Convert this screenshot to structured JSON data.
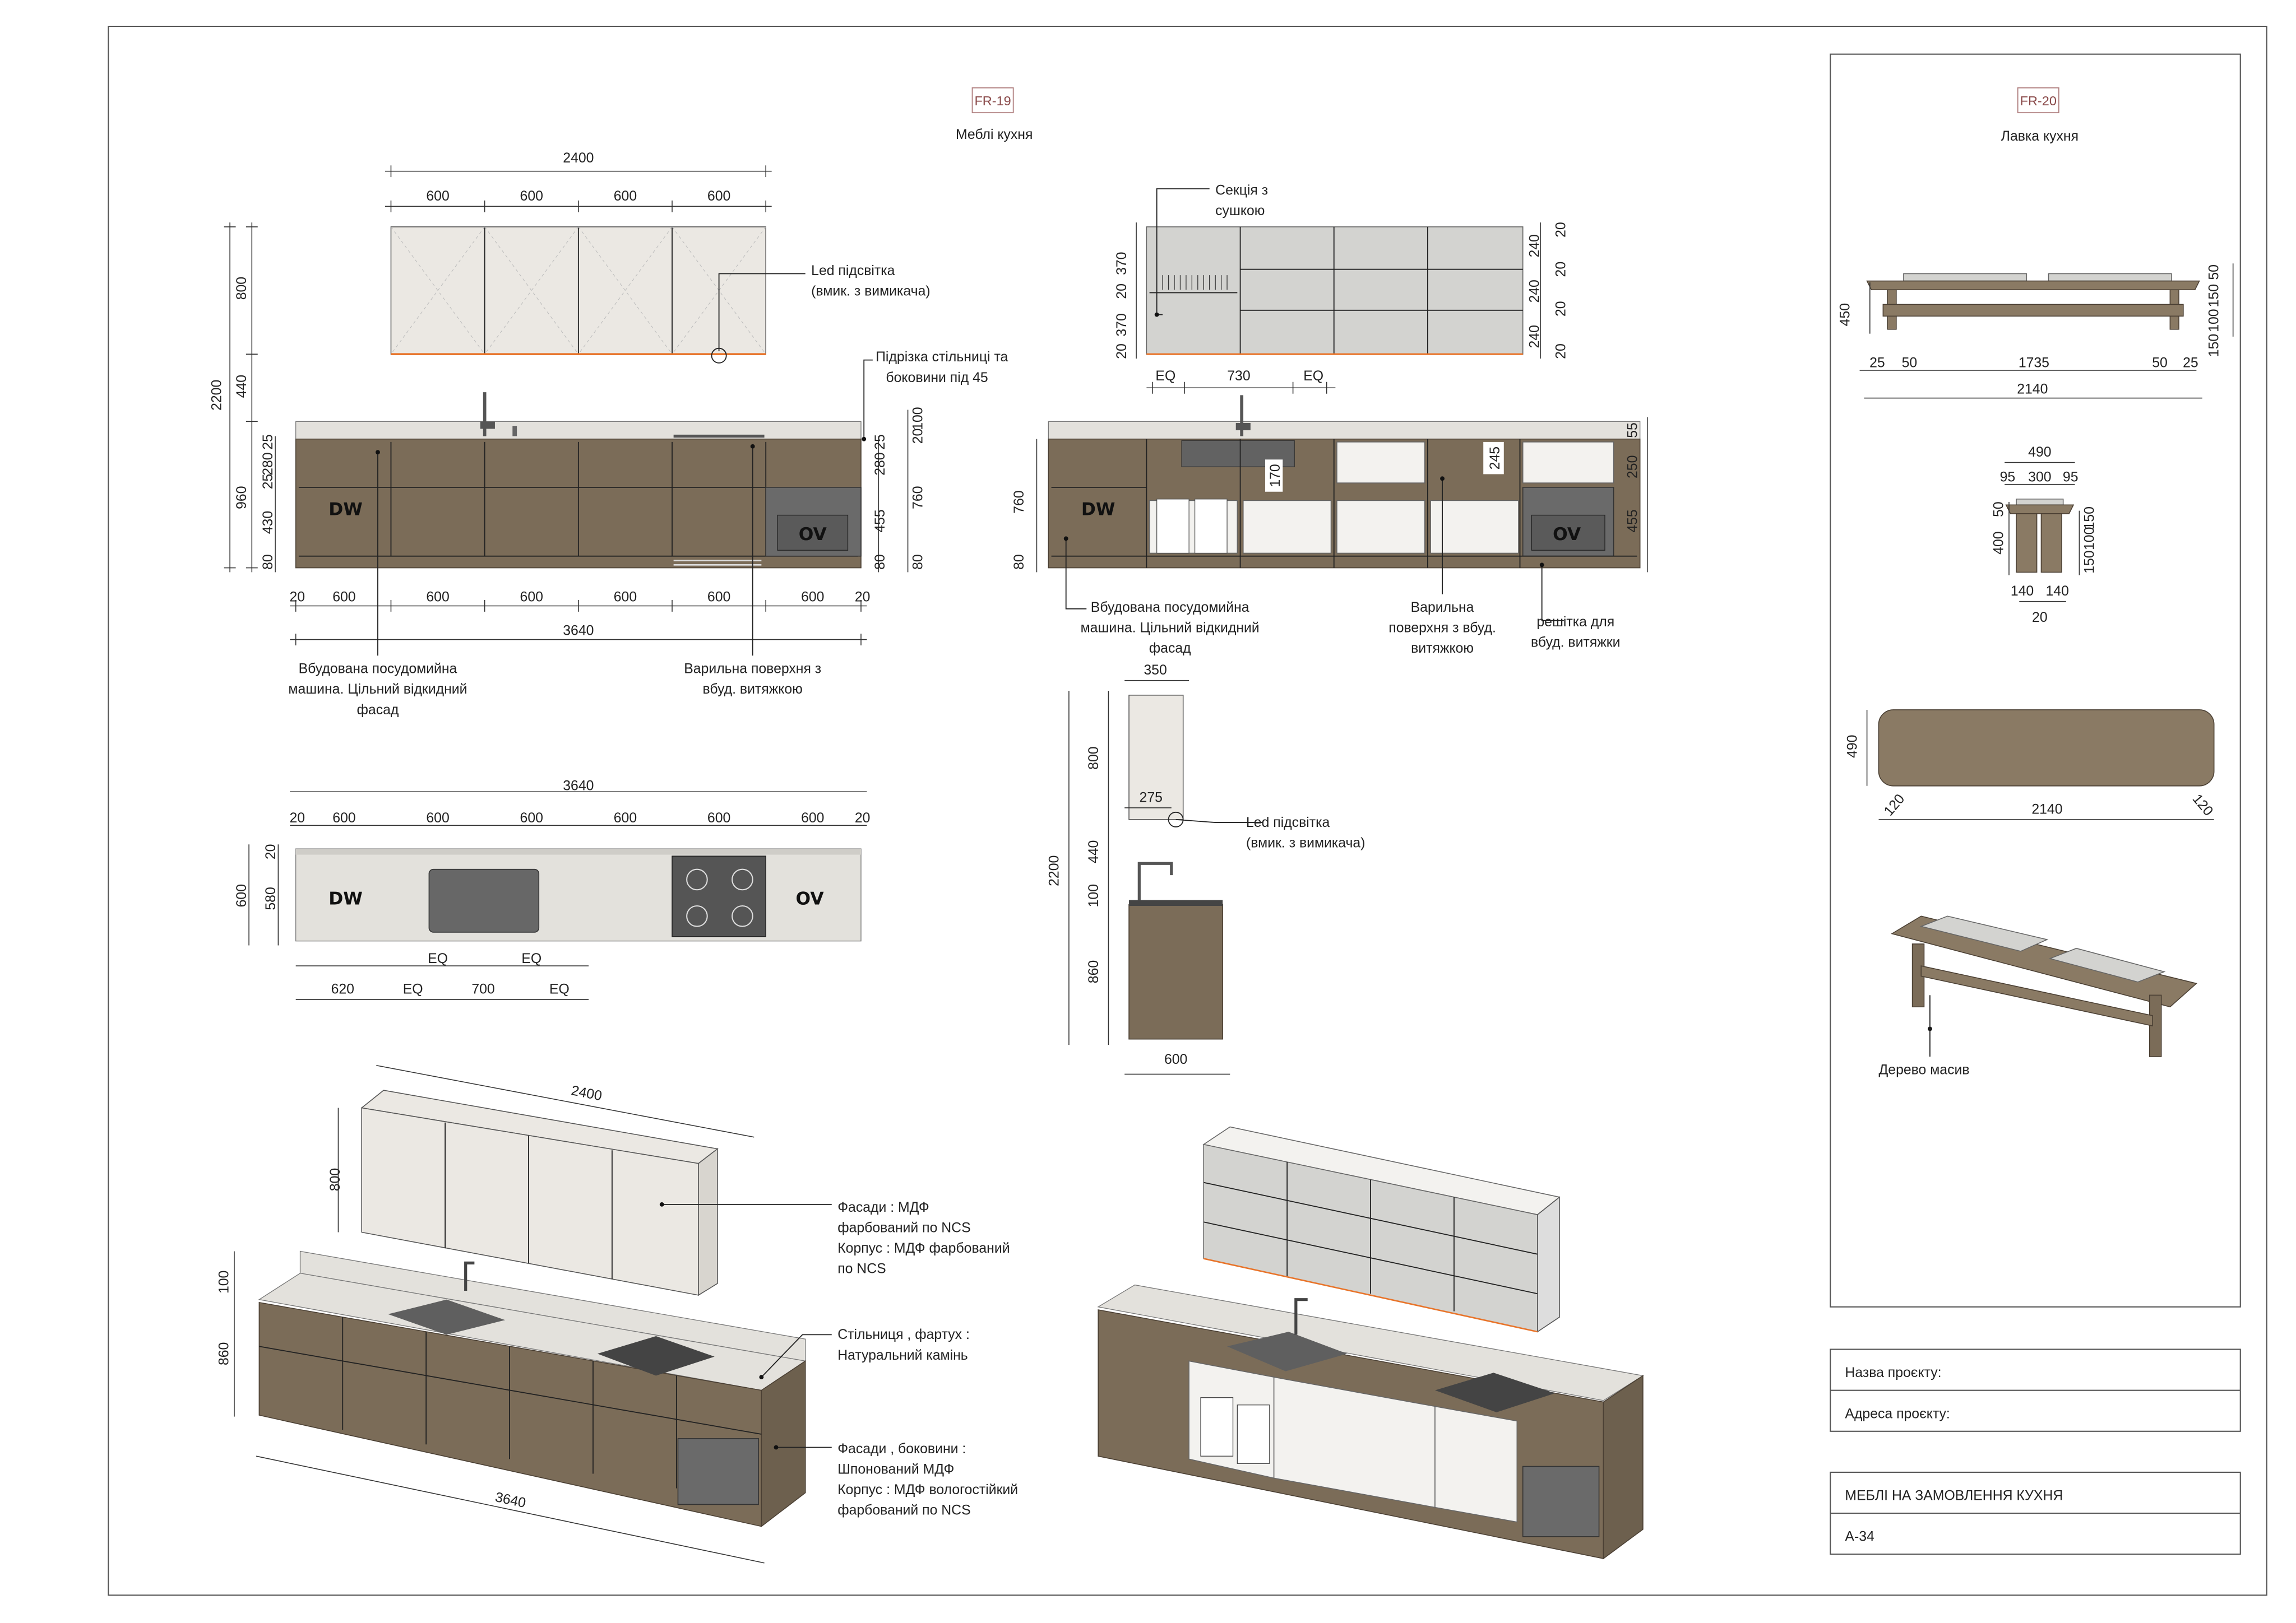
{
  "sheet": {
    "fr19_tag": "FR-19",
    "fr19_title": "Меблі кухня",
    "fr20_tag": "FR-20",
    "fr20_title": "Лавка кухня"
  },
  "labels": {
    "dw": "DW",
    "ov": "OV"
  },
  "front_elevation": {
    "wall_total": "2400",
    "wall_widths": [
      "600",
      "600",
      "600",
      "600"
    ],
    "left_total": "2200",
    "left_heights": [
      "800",
      "440",
      "960"
    ],
    "left_details": [
      "25",
      "280",
      "25",
      "430",
      "80"
    ],
    "right_details": [
      "25",
      "280",
      "455",
      "80"
    ],
    "right_outer": [
      "20",
      "100",
      "760",
      "80"
    ],
    "bottom_widths": [
      "20",
      "600",
      "600",
      "600",
      "600",
      "600",
      "600",
      "20"
    ],
    "bottom_total": "3640"
  },
  "second_elevation": {
    "shelf_left": [
      "370",
      "20",
      "370",
      "20"
    ],
    "shelf_right": [
      "240",
      "240",
      "240"
    ],
    "shelf_right_gaps": [
      "20",
      "20",
      "20",
      "20"
    ],
    "sink_dims": [
      "EQ",
      "730",
      "EQ"
    ],
    "right_dims": [
      "55",
      "250",
      "455"
    ],
    "left_dims": [
      "760",
      "80"
    ],
    "sink_depth": "170",
    "hob_depth": "245"
  },
  "side_section": {
    "top_depth": "350",
    "upper_height": "800",
    "inner_depth": "275",
    "total_height": "2200",
    "gap": "440",
    "splash": "100",
    "base_height": "860",
    "base_depth": "600"
  },
  "plan_view": {
    "total": "3640",
    "widths": [
      "20",
      "600",
      "600",
      "600",
      "600",
      "600",
      "600",
      "20"
    ],
    "depths": [
      "20",
      "600",
      "580"
    ],
    "row1": [
      "EQ",
      "EQ"
    ],
    "row2": [
      "620",
      "EQ",
      "700",
      "EQ"
    ]
  },
  "iso_left": {
    "width_top": "2400",
    "height_top": "800",
    "splash": "100",
    "base_height": "860",
    "width_base": "3640"
  },
  "notes": {
    "led": [
      "Led підсвітка",
      "(вмик.  з вимикача)"
    ],
    "cut": [
      "Підрізка стільниці та",
      "боковини під 45"
    ],
    "dw": [
      "Вбудована посудомийна",
      "машина. Цільний відкидний",
      "фасад"
    ],
    "hob": [
      "Варильна поверхня з",
      "вбуд. витяжкою"
    ],
    "section": [
      "Секція з",
      "сушкою"
    ],
    "dw2": [
      "Вбудована посудомийна",
      "машина. Цільний відкидний",
      "фасад"
    ],
    "hob2": [
      "Варильна",
      "поверхня з вбуд.",
      "витяжкою"
    ],
    "grille": [
      "решітка для",
      "вбуд. витяжки"
    ],
    "led2": [
      "Led підсвітка",
      "(вмик.  з вимикача)"
    ],
    "iso_wall": [
      "Фасади :  МДФ",
      "фарбований по NCS",
      "Корпус :  МДФ  фарбований",
      "по NCS"
    ],
    "iso_top": [
      "Стільниця ,  фартух :",
      "Натуральний камінь"
    ],
    "iso_base": [
      "Фасади , боковини :",
      "Шпонований МДФ",
      "Корпус :  МДФ вологостійкий",
      "фарбований по NCS"
    ],
    "bench_material": "Дерево масив"
  },
  "bench": {
    "front_height": "450",
    "front_widths": [
      "25",
      "50",
      "1735",
      "50",
      "25"
    ],
    "front_total": "2140",
    "front_right": [
      "50",
      "150",
      "100",
      "150"
    ],
    "side_total": "490",
    "side_parts": [
      "95",
      "300",
      "95"
    ],
    "side_left": [
      "50",
      "400"
    ],
    "side_right": [
      "150",
      "100",
      "150"
    ],
    "legs": [
      "140",
      "140"
    ],
    "leg_gap": "20",
    "top_depth": "490",
    "top_total": "2140",
    "top_radius": [
      "120",
      "120"
    ]
  },
  "title_block": {
    "project_name_label": "Назва проєкту:",
    "project_address_label": "Адреса проєкту:",
    "sheet_title": "МЕБЛІ НА ЗАМОВЛЕННЯ КУХНЯ",
    "sheet_number": "А-34"
  },
  "colors": {
    "wood": "#7b6c58",
    "stone": "#e3e1dc",
    "tag": "#8a4a4a",
    "led": "#e8742a"
  }
}
